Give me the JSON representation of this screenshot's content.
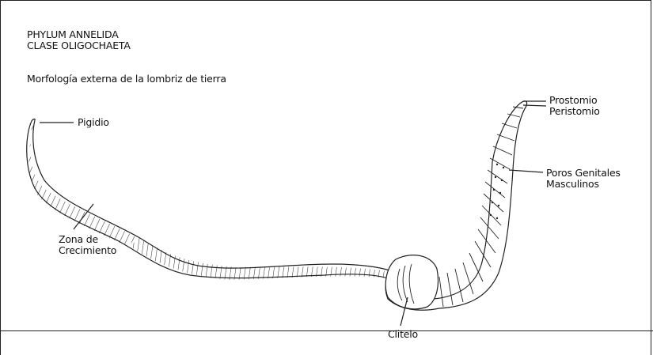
{
  "header": {
    "phylum": "PHYLUM ANNELIDA",
    "clase": "CLASE OLIGOCHAETA",
    "subtitle": "Morfología externa de la lombriz de tierra"
  },
  "labels": {
    "pigidio": "Pigidio",
    "zona_line1": "Zona de",
    "zona_line2": "Crecimiento",
    "clitelo": "Clitelo",
    "prostomio": "Prostomio",
    "peristomio": "Peristomio",
    "poros_line1": "Poros Genitales",
    "poros_line2": "Masculinos"
  }
}
